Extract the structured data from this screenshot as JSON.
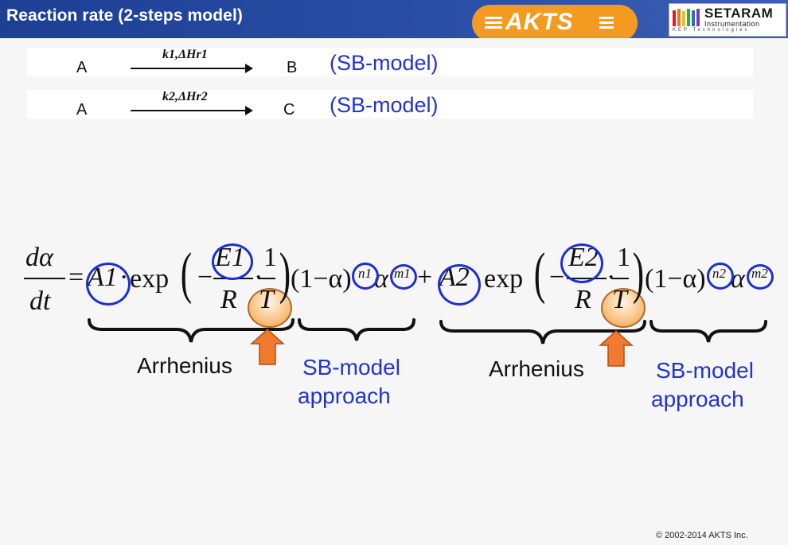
{
  "header": {
    "title": "Reaction rate (2-steps model)"
  },
  "logos": {
    "akts": "AKTS",
    "setaram_name": "SETARAM",
    "setaram_sub": "Instrumentation",
    "setaram_tag": "KEP Technologies"
  },
  "reactions": [
    {
      "reactant": "A",
      "rate": "k1,ΔHr1",
      "product": "B",
      "model": "(SB-model)"
    },
    {
      "reactant": "A",
      "rate": "k2,ΔHr2",
      "product": "C",
      "model": "(SB-model)"
    }
  ],
  "equation": {
    "lhs_num": "dα",
    "lhs_den": "dt",
    "eq": "=",
    "t1_A": "A1",
    "dot": "·",
    "exp": "exp",
    "lp": "(",
    "rp": ")",
    "minus": "−",
    "E1": "E1",
    "R": "R",
    "one": "1",
    "T": "T",
    "factor": "(1−α)",
    "n1": "n1",
    "alpha": "α",
    "m1": "m1",
    "plus": "+",
    "t2_A": "A2",
    "E2": "E2",
    "n2": "n2",
    "m2": "m2"
  },
  "labels": {
    "arrhenius": "Arrhenius",
    "sb_model": "SB-model",
    "approach": "approach"
  },
  "footer": {
    "copyright": "© 2002-2014  AKTS Inc."
  },
  "colors": {
    "header_bg": "#1d3f94",
    "accent_orange": "#f39a21",
    "circle_blue": "#1e2fd2",
    "text_blue": "#2233cc"
  }
}
